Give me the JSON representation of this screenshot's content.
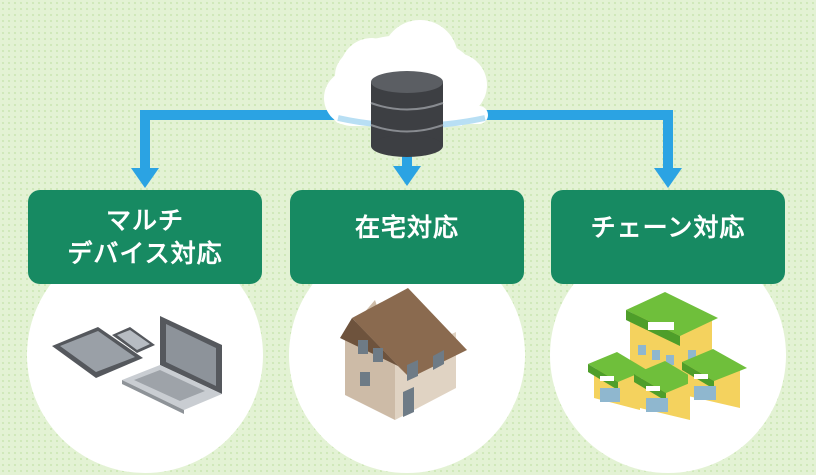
{
  "labels": {
    "multi_device": [
      "マルチ",
      "デバイス対応"
    ],
    "home": "在宅対応",
    "chain": "チェーン対応"
  },
  "colors": {
    "label_bg": "#178a62",
    "arrow": "#2ba3e3",
    "circle": "#ffffff",
    "background": "#e3f2d4"
  },
  "icons": {
    "center": "cloud-database-icon",
    "left": "devices-icon",
    "middle": "house-icon",
    "right": "chain-store-buildings-icon"
  }
}
